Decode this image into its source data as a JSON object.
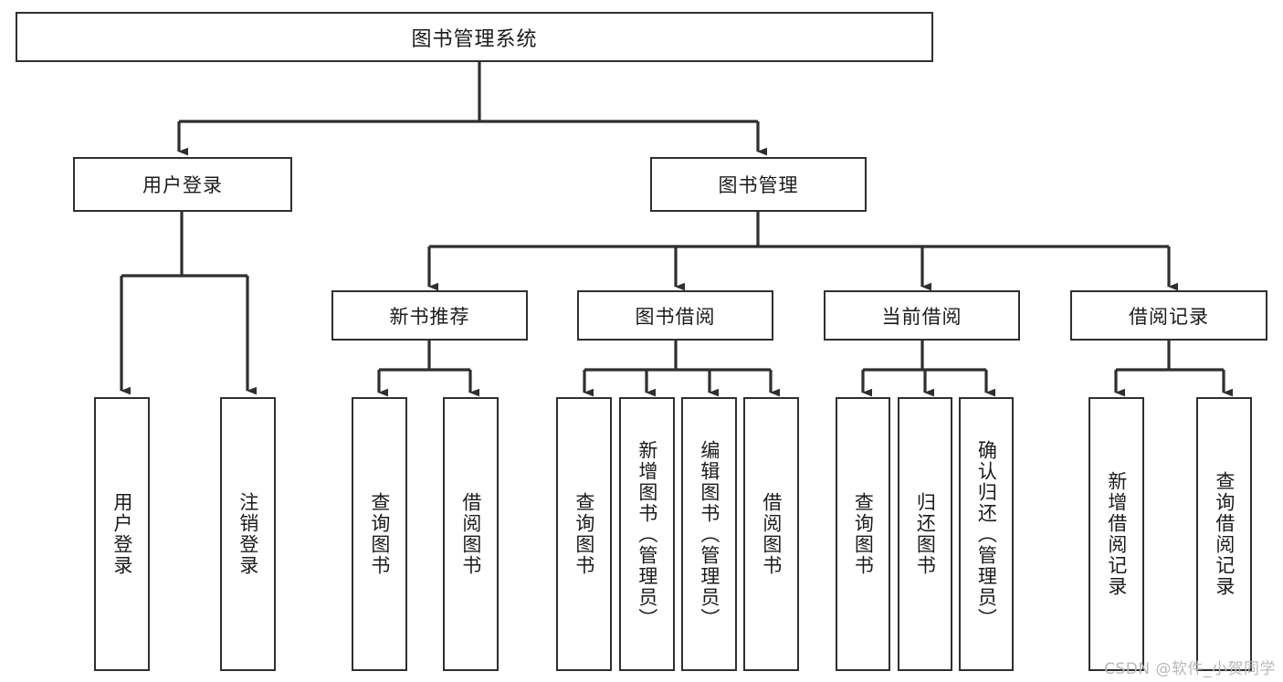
{
  "diagram": {
    "title": "图书管理系统",
    "root": {
      "label": "图书管理系统"
    },
    "level2": [
      {
        "label": "用户登录"
      },
      {
        "label": "图书管理"
      }
    ],
    "level3": [
      {
        "label": "新书推荐"
      },
      {
        "label": "图书借阅"
      },
      {
        "label": "当前借阅"
      },
      {
        "label": "借阅记录"
      }
    ],
    "leaves": {
      "user_login": [
        {
          "label": "用户登录"
        },
        {
          "label": "注销登录"
        }
      ],
      "new_book_recommend": [
        {
          "label": "查询图书"
        },
        {
          "label": "借阅图书"
        }
      ],
      "book_borrow": [
        {
          "label": "查询图书"
        },
        {
          "label": "新增图书（管理员）"
        },
        {
          "label": "编辑图书（管理员）"
        },
        {
          "label": "借阅图书"
        }
      ],
      "current_borrow": [
        {
          "label": "查询图书"
        },
        {
          "label": "归还图书"
        },
        {
          "label": "确认归还（管理员）"
        }
      ],
      "borrow_record": [
        {
          "label": "新增借阅记录"
        },
        {
          "label": "查询借阅记录"
        }
      ]
    },
    "watermark": "CSDN @软件_小贺同学",
    "colors": {
      "stroke": "#2f2f2f",
      "fill": "#ffffff",
      "text": "#1b1b1b",
      "watermark": "#b8b8b8"
    }
  }
}
